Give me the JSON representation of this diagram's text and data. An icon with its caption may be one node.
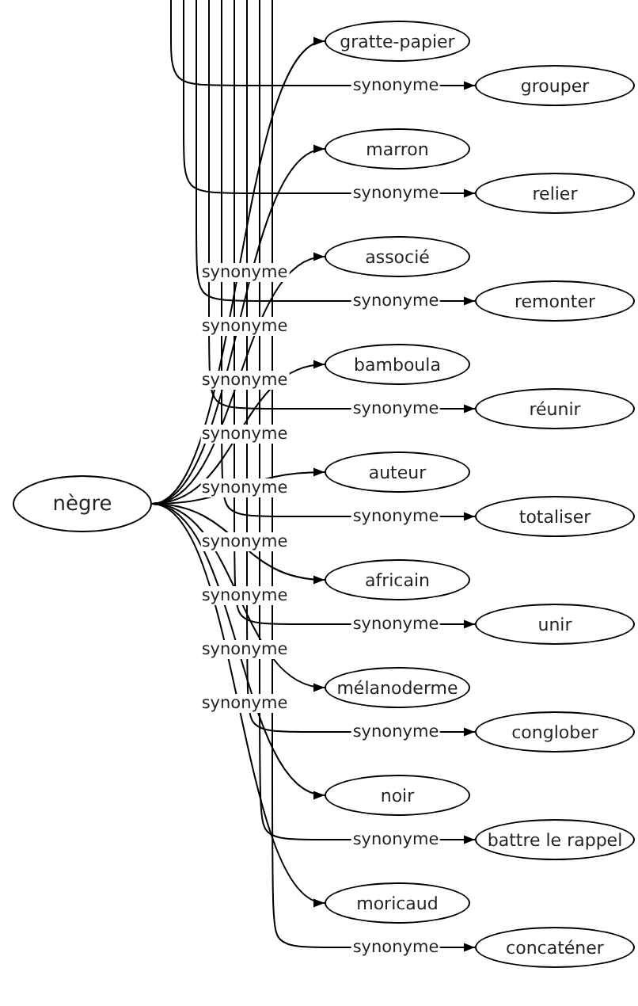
{
  "diagram": {
    "nodes": [
      {
        "text": [
          "nègre"
        ]
      },
      {
        "text": [
          "gratte-papier"
        ]
      },
      {
        "text": [
          "grouper"
        ]
      },
      {
        "text": [
          "marron"
        ]
      },
      {
        "text": [
          "relier"
        ]
      },
      {
        "text": [
          "associé"
        ]
      },
      {
        "text": [
          "remonter"
        ]
      },
      {
        "text": [
          "bamboula"
        ]
      },
      {
        "text": [
          "réunir"
        ]
      },
      {
        "text": [
          "auteur"
        ]
      },
      {
        "text": [
          "totaliser"
        ]
      },
      {
        "text": [
          "africain"
        ]
      },
      {
        "text": [
          "unir"
        ]
      },
      {
        "text": [
          "mélanoderme"
        ]
      },
      {
        "text": [
          "conglober"
        ]
      },
      {
        "text": [
          "noir"
        ]
      },
      {
        "text": [
          "battre le rappel"
        ]
      },
      {
        "text": [
          "moricaud"
        ]
      },
      {
        "text": [
          "concaténer"
        ]
      }
    ],
    "edges": [
      {
        "from": 0,
        "to": 1,
        "arrow": "to",
        "label": "synonyme"
      },
      {
        "from": null,
        "to": 2,
        "arrow": "to",
        "label": "synonyme"
      },
      {
        "from": 0,
        "to": 3,
        "arrow": "to",
        "label": "synonyme"
      },
      {
        "from": null,
        "to": 4,
        "arrow": "to",
        "label": "synonyme"
      },
      {
        "from": 0,
        "to": 5,
        "arrow": "to",
        "label": "synonyme"
      },
      {
        "from": null,
        "to": 6,
        "arrow": "to",
        "label": "synonyme"
      },
      {
        "from": 0,
        "to": 7,
        "arrow": "to",
        "label": "synonyme"
      },
      {
        "from": null,
        "to": 8,
        "arrow": "to",
        "label": "synonyme"
      },
      {
        "from": 0,
        "to": 9,
        "arrow": "to",
        "label": "synonyme"
      },
      {
        "from": null,
        "to": 10,
        "arrow": "to",
        "label": "synonyme"
      },
      {
        "from": 0,
        "to": 11,
        "arrow": "to",
        "label": "synonyme"
      },
      {
        "from": null,
        "to": 12,
        "arrow": "to",
        "label": "synonyme"
      },
      {
        "from": 0,
        "to": 13,
        "arrow": "to",
        "label": "synonyme"
      },
      {
        "from": null,
        "to": 14,
        "arrow": "to",
        "label": "synonyme"
      },
      {
        "from": 0,
        "to": 15,
        "arrow": "to",
        "label": "synonyme"
      },
      {
        "from": null,
        "to": 16,
        "arrow": "to",
        "label": "synonyme"
      },
      {
        "from": 0,
        "to": 17,
        "arrow": "to",
        "label": "synonyme"
      },
      {
        "from": null,
        "to": 18,
        "arrow": "to",
        "label": "synonyme"
      }
    ]
  }
}
